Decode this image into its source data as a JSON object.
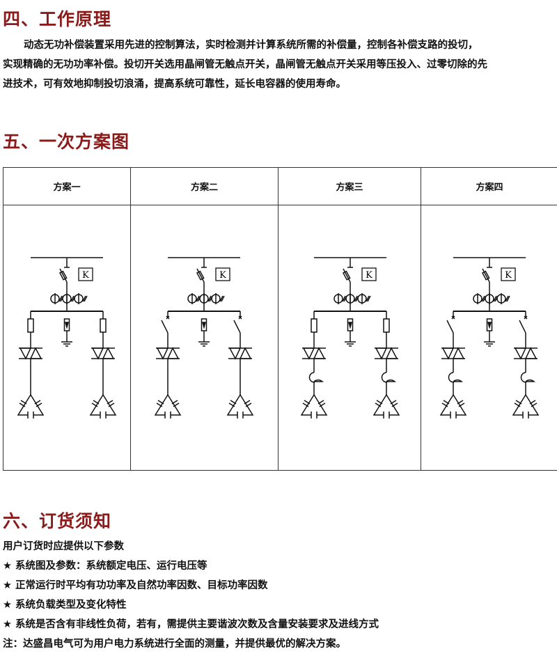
{
  "section4": {
    "title": "四、工作原理",
    "lines": [
      "动态无功补偿装置采用先进的控制算法，实时检测并计算系统所需的补偿量，控制各补偿支路的投切，",
      "实现精确的无功功率补偿。投切开关选用晶闸管无触点开关，晶闸管无触点开关采用等压投入、过零切除的先",
      "进技术，可有效地抑制投切浪涌，提高系统可靠性，延长电容器的使用寿命。"
    ]
  },
  "section5": {
    "title": "五、一次方案图",
    "schemes": [
      {
        "label": "方案一",
        "switch": "fuse",
        "reactor": false
      },
      {
        "label": "方案二",
        "switch": "breaker",
        "reactor": false
      },
      {
        "label": "方案三",
        "switch": "fuse",
        "reactor": true
      },
      {
        "label": "方案四",
        "switch": "breaker",
        "reactor": true
      }
    ],
    "k_label": "K"
  },
  "section6": {
    "title": "六、订货须知",
    "intro": "用户订货时应提供以下参数",
    "items": [
      "★ 系统图及参数：系统额定电压、运行电压等",
      "★ 正常运行时平均有功功率及自然功率因数、目标功率因数",
      "★ 系统负载类型及变化特性",
      "★ 系统是否含有非线性负荷，若有，需提供主要谐波次数及含量安装要求及进线方式"
    ],
    "note": "注：达盛昌电气可为用户电力系统进行全面的测量，并提供最优的解决方案。"
  }
}
